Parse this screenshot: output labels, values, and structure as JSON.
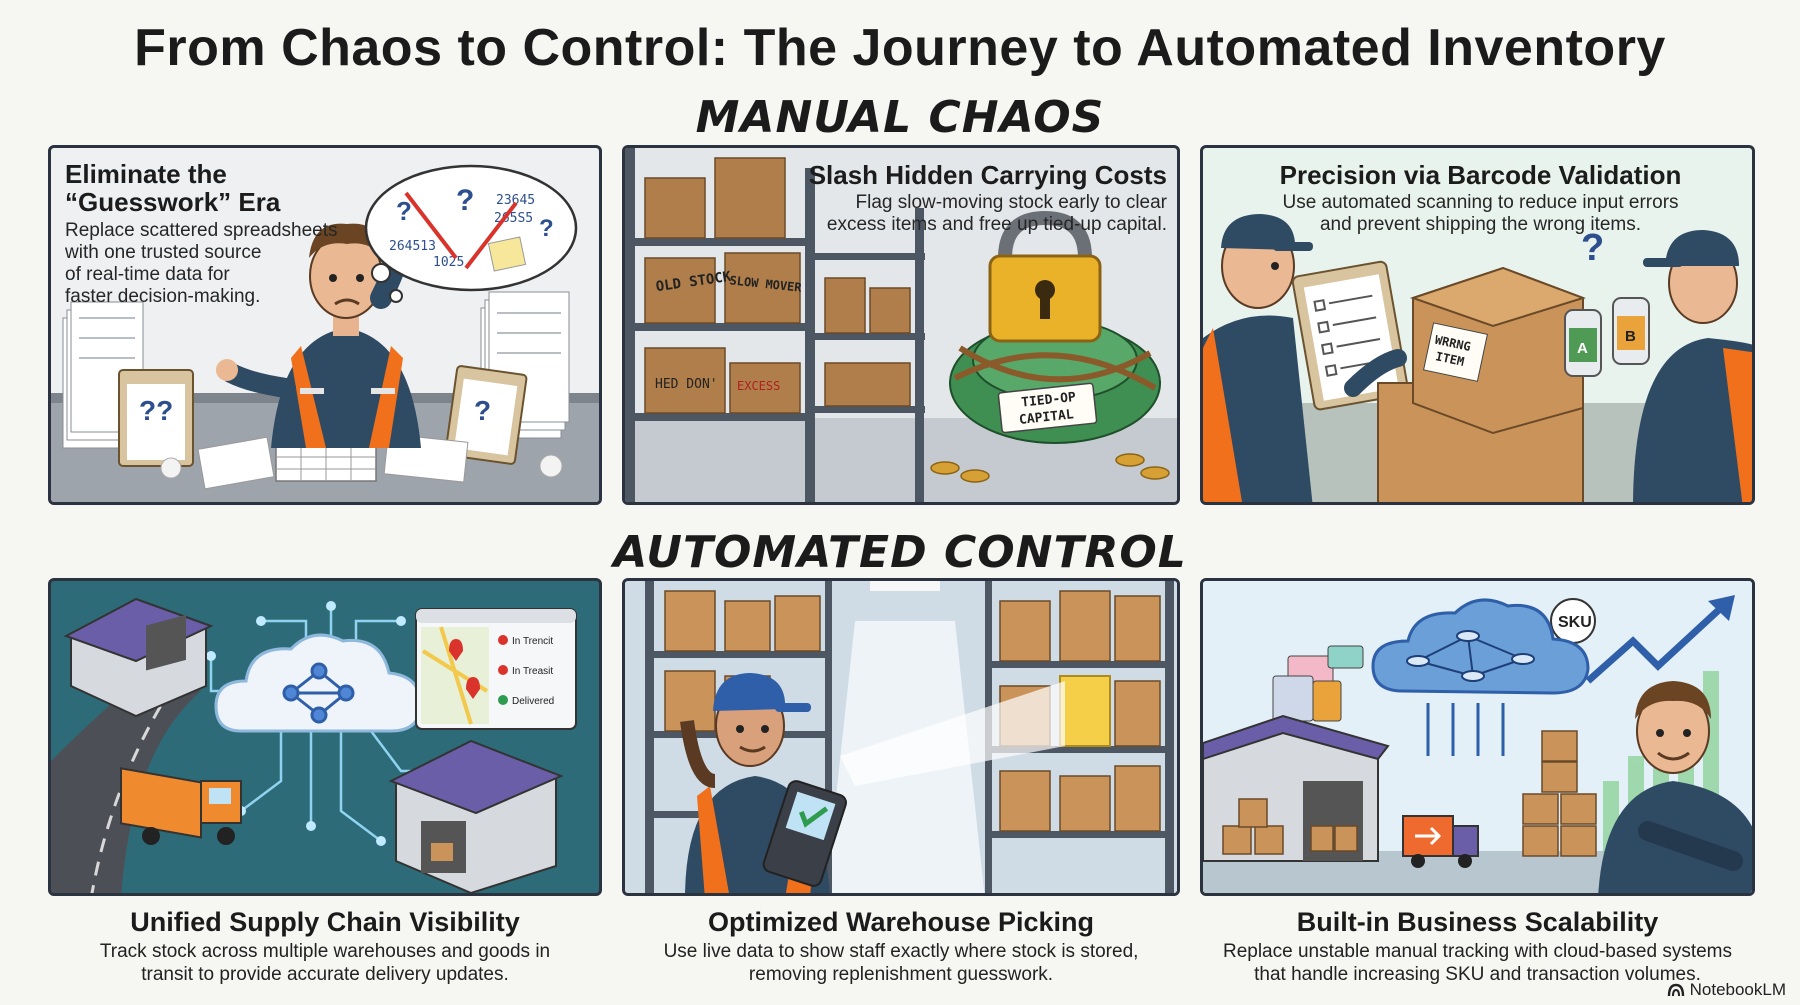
{
  "title": "From Chaos to Control: The Journey to Automated Inventory",
  "sections": {
    "manual": "MANUAL CHAOS",
    "automated": "AUTOMATED CONTROL"
  },
  "panels": [
    {
      "title_line1": "Eliminate the",
      "title_line2": "“Guesswork” Era",
      "body": [
        "Replace scattered spreadsheets",
        "with one trusted source",
        "of real-time data for",
        "faster decision-making."
      ],
      "art": {
        "thought_numbers": [
          "23645",
          "265S5",
          "264513",
          "1025"
        ]
      }
    },
    {
      "title": "Slash Hidden Carrying Costs",
      "body": [
        "Flag slow-moving stock early to clear",
        "excess items and free up tied-up capital."
      ],
      "art": {
        "box_labels": [
          "OLD STOCK",
          "SLOW MOVER",
          "HED DON'",
          "EXCESS"
        ],
        "money_tag": [
          "TIED-OP",
          "CAPITAL"
        ]
      }
    },
    {
      "title": "Precision via Barcode Validation",
      "body": [
        "Use automated scanning to reduce input errors",
        "and prevent shipping the wrong items."
      ],
      "art": {
        "box_label": [
          "WRRNG",
          "ITEM"
        ],
        "bottle_labels": [
          "A",
          "B"
        ]
      }
    },
    {
      "caption_title": "Unified Supply Chain Visibility",
      "caption_body": [
        "Track stock across multiple warehouses and goods in",
        "transit to provide accurate delivery updates."
      ],
      "art": {
        "statuses": [
          "In Trencit",
          "In Treasit",
          "Delivered"
        ]
      }
    },
    {
      "caption_title": "Optimized Warehouse Picking",
      "caption_body": [
        "Use live data to show staff exactly where stock is stored,",
        "removing replenishment guesswork."
      ]
    },
    {
      "caption_title": "Built-in Business Scalability",
      "caption_body": [
        "Replace unstable manual tracking with cloud-based systems",
        "that handle increasing SKU and transaction volumes."
      ],
      "art": {
        "badge": "SKU"
      }
    }
  ],
  "brand": {
    "name": "NotebookLM",
    "icon": "notebooklm-logo-icon"
  },
  "colors": {
    "frame": "#2b3340",
    "vest": "#f0701c",
    "cardboard": "#c9935a",
    "cloud": "#6a9fd8",
    "road": "#4d4f56"
  }
}
